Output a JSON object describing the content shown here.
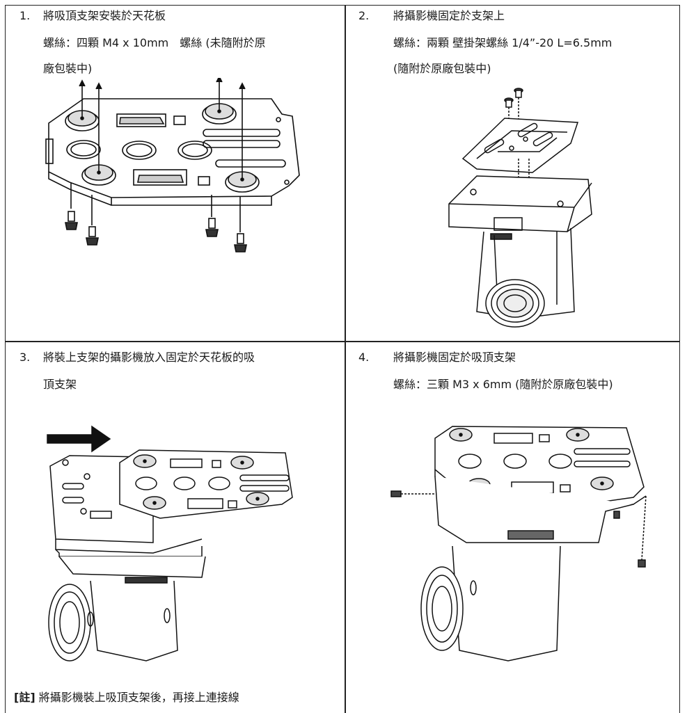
{
  "steps": [
    {
      "number": "1.",
      "lines": [
        "將吸頂支架安裝於天花板",
        "螺絲：四顆 M4 x 10mm　螺絲 (未隨附於原",
        "廠包裝中)"
      ],
      "figure": "ceiling-bracket-with-four-screws"
    },
    {
      "number": "2.",
      "lines": [
        "將攝影機固定於支架上",
        "螺絲：兩顆 壁掛架螺絲 1/4”-20 L=6.5mm",
        "(隨附於原廠包裝中)"
      ],
      "figure": "camera-with-bracket-and-two-screws"
    },
    {
      "number": "3.",
      "lines": [
        "將裝上支架的攝影機放入固定於天花板的吸",
        "頂支架"
      ],
      "figure": "camera-sliding-into-ceiling-bracket"
    },
    {
      "number": "4.",
      "lines": [
        "將攝影機固定於吸頂支架",
        "螺絲：三顆 M3 x 6mm (隨附於原廠包裝中)"
      ],
      "figure": "camera-fixed-to-ceiling-bracket-three-screws"
    }
  ],
  "note": {
    "tag": "[註]",
    "text": "將攝影機裝上吸頂支架後，再接上連接線"
  }
}
